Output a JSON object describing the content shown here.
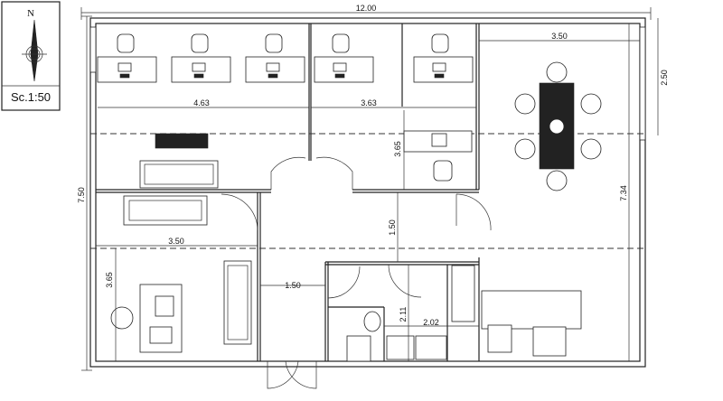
{
  "legend": {
    "north": "N",
    "scale": "Sc.1:50"
  },
  "dimensions": {
    "overall_width": "12.00",
    "overall_height": "7.50",
    "meeting_room_width": "3.50",
    "meeting_room_depth": "2.50",
    "left_office_width": "4.63",
    "right_office_width": "3.63",
    "office_depth": "3.65",
    "meeting_room_height": "7.34",
    "corridor_height": "1.50",
    "lower_left_width": "3.50",
    "lower_left_depth": "3.65",
    "corridor_width": "1.50",
    "wc_depth": "2.11",
    "kitchen_width": "2.02"
  }
}
